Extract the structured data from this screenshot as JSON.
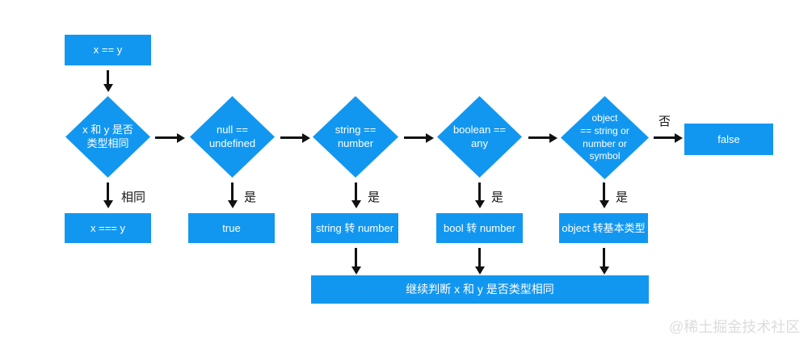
{
  "colors": {
    "node_blue": "#1297f0",
    "arrow_black": "#111111",
    "watermark_gray": "#dcdcdc"
  },
  "nodes": {
    "start": "x == y",
    "d1": [
      "x 和 y 是否",
      "类型相同"
    ],
    "d2": [
      "null ==",
      "undefined"
    ],
    "d3": [
      "string ==",
      "number"
    ],
    "d4": [
      "boolean ==",
      "any"
    ],
    "d5": [
      "object",
      "== string or",
      "number or",
      "symbol"
    ],
    "false_result": "false",
    "r1": "x === y",
    "r2": "true",
    "r3": "string 转 number",
    "r4": "bool 转 number",
    "r5": "object 转基本类型",
    "continue": "继续判断 x 和 y 是否类型相同"
  },
  "edge_labels": {
    "d1_down": "相同",
    "d2_down": "是",
    "d3_down": "是",
    "d4_down": "是",
    "d5_down": "是",
    "d5_right": "否"
  },
  "watermark": "@稀土掘金技术社区"
}
